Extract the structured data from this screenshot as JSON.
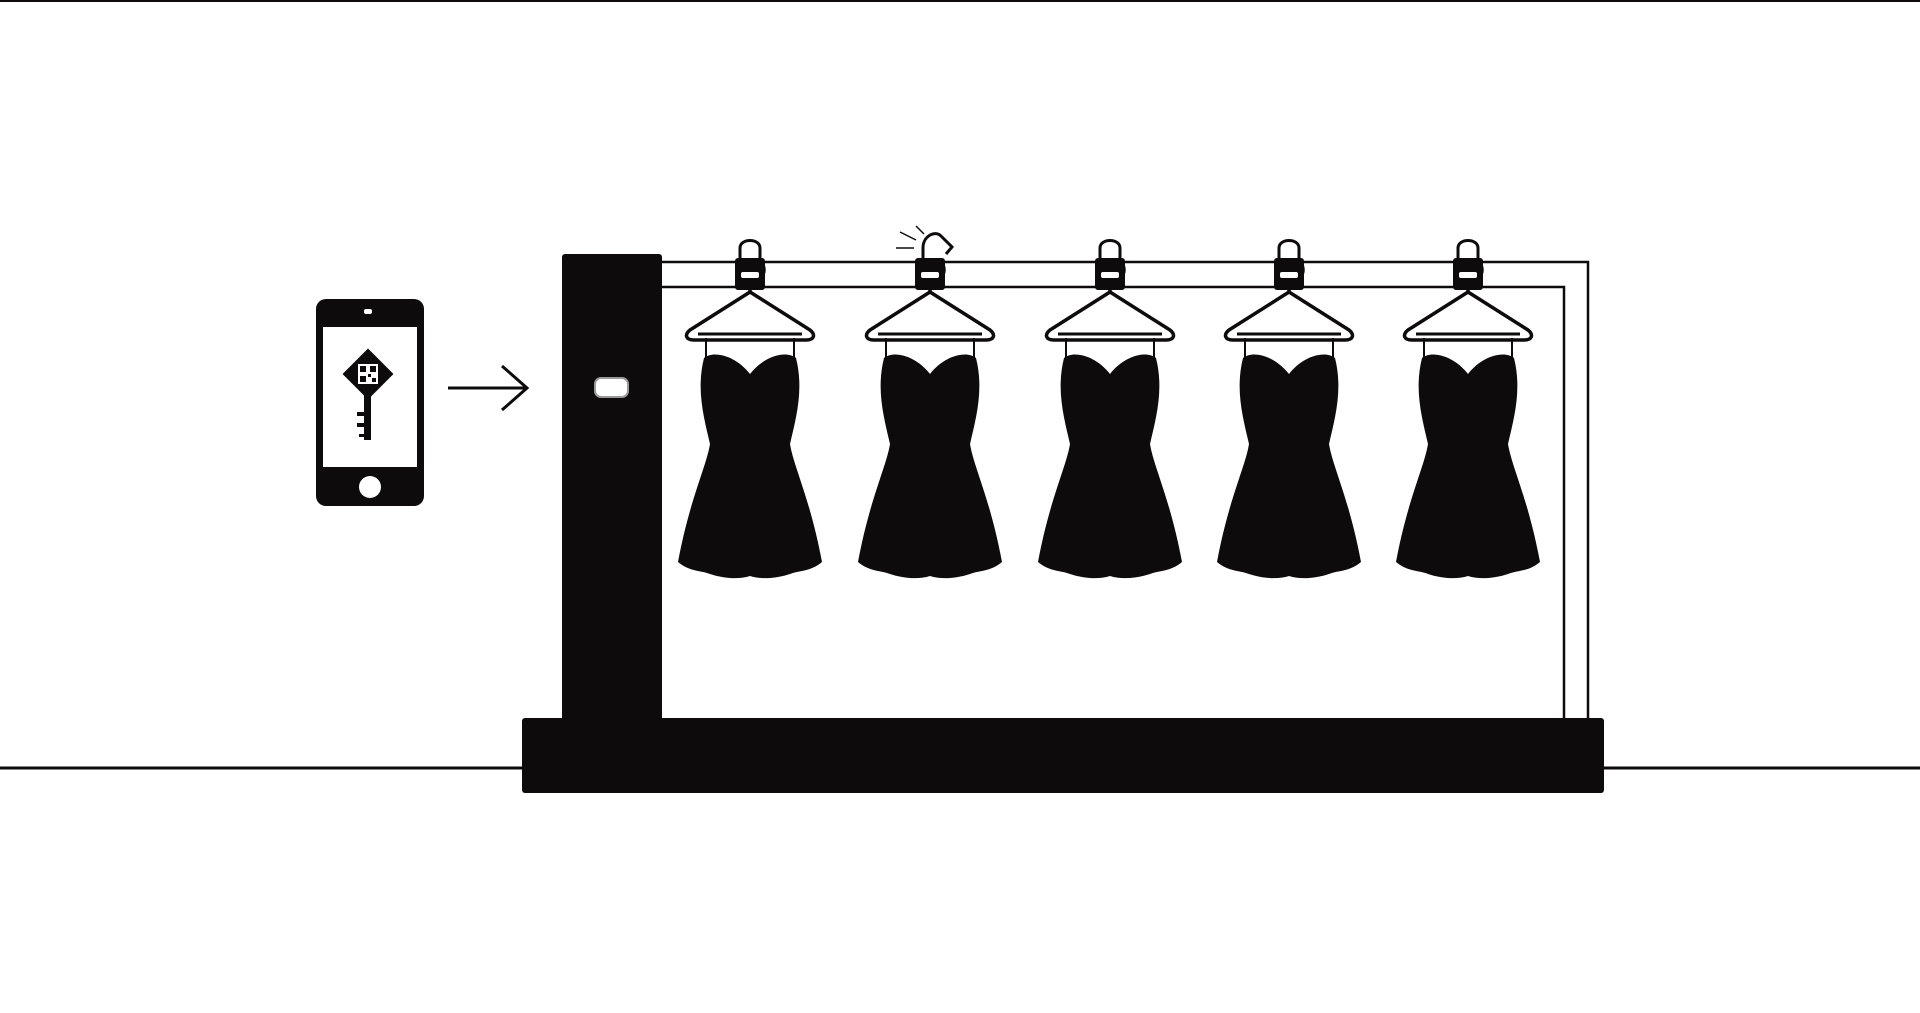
{
  "scene": {
    "ink_color": "#0d0b0c",
    "background_color": "#ffffff",
    "phone": {
      "screen_content": "key-with-qr-code-icon"
    },
    "arrow_icon": "arrow-right-icon",
    "rack": {
      "unlocked_index": 1,
      "dresses": [
        {
          "lock": "locked"
        },
        {
          "lock": "unlocked"
        },
        {
          "lock": "locked"
        },
        {
          "lock": "locked"
        },
        {
          "lock": "locked"
        }
      ]
    }
  }
}
